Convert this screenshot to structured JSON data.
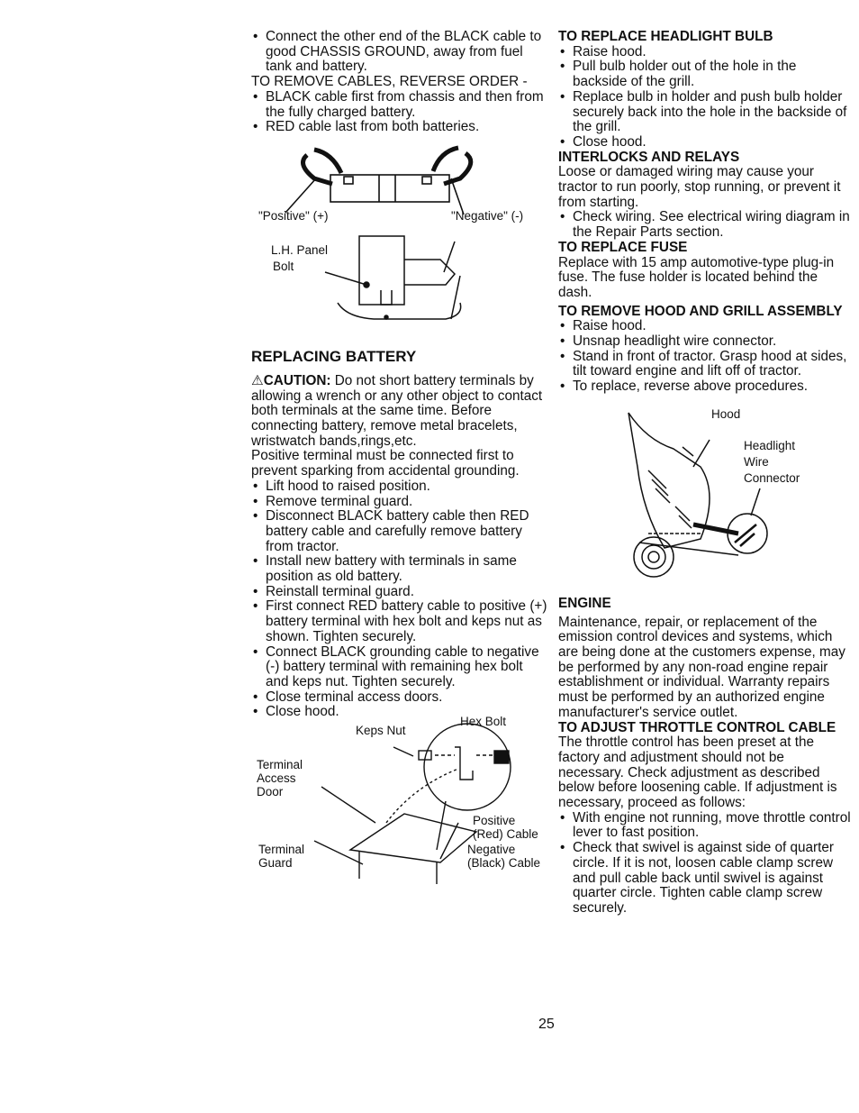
{
  "left": {
    "intro_items": [
      "Connect the other end of the BLACK cable to good CHASSIS GROUND, away from fuel tank and battery."
    ],
    "remove_heading": "TO REMOVE CABLES, REVERSE ORDER -",
    "remove_items": [
      "BLACK cable first from chassis and then from the fully charged battery.",
      "RED cable last from both batteries."
    ],
    "fig1": {
      "positive": "\"Positive\" (+)",
      "negative": "\"Negative\" (-)"
    },
    "fig2": {
      "panel": "L.H. Panel",
      "bolt": "Bolt"
    },
    "replacing_heading": "REPLACING BATTERY",
    "caution_symbol": "⚠",
    "caution_label": "CAUTION:",
    "caution_text": " Do not short battery terminals by allowing a wrench or any other object to contact both terminals at the same time. Before connecting battery, remove metal bracelets, wristwatch bands,rings,etc.",
    "positive_note": "Positive terminal must be connected first to prevent sparking from accidental grounding.",
    "battery_steps": [
      "Lift hood to raised position.",
      "Remove terminal guard.",
      "Disconnect BLACK battery cable then RED battery cable and carefully remove battery from tractor.",
      "Install new battery with terminals in same position as old battery.",
      "Reinstall terminal guard.",
      "First connect RED battery cable to positive (+) battery terminal with hex bolt and keps nut as shown. Tighten securely.",
      "Connect BLACK grounding cable to negative (-) battery terminal with remaining hex bolt and keps nut. Tighten securely.",
      "Close terminal access doors.",
      "Close hood."
    ],
    "fig3": {
      "keps_nut": "Keps Nut",
      "hex_bolt": "Hex Bolt",
      "access_door": "Terminal\nAccess\nDoor",
      "guard": "Terminal\nGuard",
      "positive_cable": "Positive\n(Red) Cable",
      "negative_cable": "Negative\n(Black) Cable"
    }
  },
  "right": {
    "headlight_heading": "TO REPLACE HEADLIGHT BULB",
    "headlight_items": [
      "Raise hood.",
      "Pull bulb holder out of the hole in the backside of the grill.",
      "Replace bulb in holder and push bulb holder securely back into the hole in the backside of the grill.",
      "Close hood."
    ],
    "interlocks_heading": "INTERLOCKS AND RELAYS",
    "interlocks_text": "Loose or damaged wiring may cause your tractor to run poorly, stop running, or prevent it from starting.",
    "interlocks_items": [
      "Check wiring. See electrical wiring diagram in the Repair Parts section."
    ],
    "fuse_heading": "TO REPLACE FUSE",
    "fuse_text": "Replace with 15 amp automotive-type plug-in fuse. The fuse holder is located behind the dash.",
    "hood_heading": "TO REMOVE HOOD AND GRILL ASSEMBLY",
    "hood_items": [
      "Raise hood.",
      "Unsnap headlight wire connector.",
      "Stand in front of tractor. Grasp hood at sides, tilt toward engine and lift off of tractor.",
      "To replace, reverse above procedures."
    ],
    "fig4": {
      "hood": "Hood",
      "connector": "Headlight\nWire\nConnector"
    },
    "engine_heading": "ENGINE",
    "engine_text": "Maintenance, repair, or replacement of the emission control devices and systems, which are being done at the customers expense, may be performed by any non-road engine repair establishment or individual. Warranty repairs must be performed by an authorized engine manufacturer's service outlet.",
    "throttle_heading": "TO ADJUST THROTTLE CONTROL CABLE",
    "throttle_text": "The throttle control has been preset at the factory and adjustment should not be necessary. Check adjustment as described below before loosening cable. If adjustment is necessary, proceed as follows:",
    "throttle_items": [
      "With engine not running, move throttle control lever to fast position.",
      "Check that swivel is against side of quarter circle. If it is not, loosen cable clamp screw and pull cable back until swivel is against quarter circle. Tighten cable clamp screw securely."
    ]
  },
  "page_number": "25"
}
